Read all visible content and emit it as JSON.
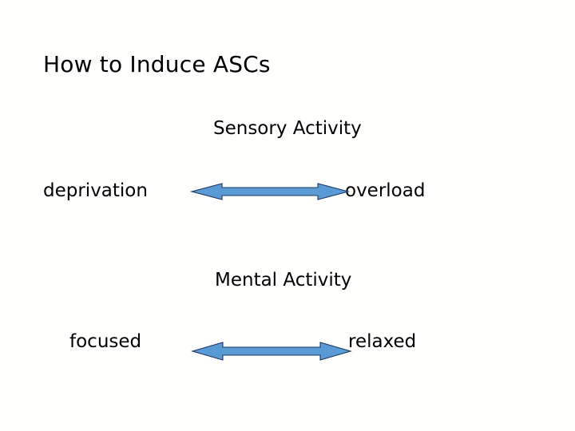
{
  "slide": {
    "title": "How to Induce ASCs",
    "background_color": "#FFFFFE",
    "text_color": "#000000"
  },
  "arrow_style": {
    "fill_color": "#5B9BD5",
    "stroke_color": "#1F3864",
    "shape": "double-headed-horizontal-arrow"
  },
  "continua": [
    {
      "heading": "Sensory Activity",
      "left_label": "deprivation",
      "right_label": "overload",
      "arrow_name": "sensory-activity-arrow"
    },
    {
      "heading": "Mental Activity",
      "left_label": "focused",
      "right_label": "relaxed",
      "arrow_name": "mental-activity-arrow"
    }
  ]
}
